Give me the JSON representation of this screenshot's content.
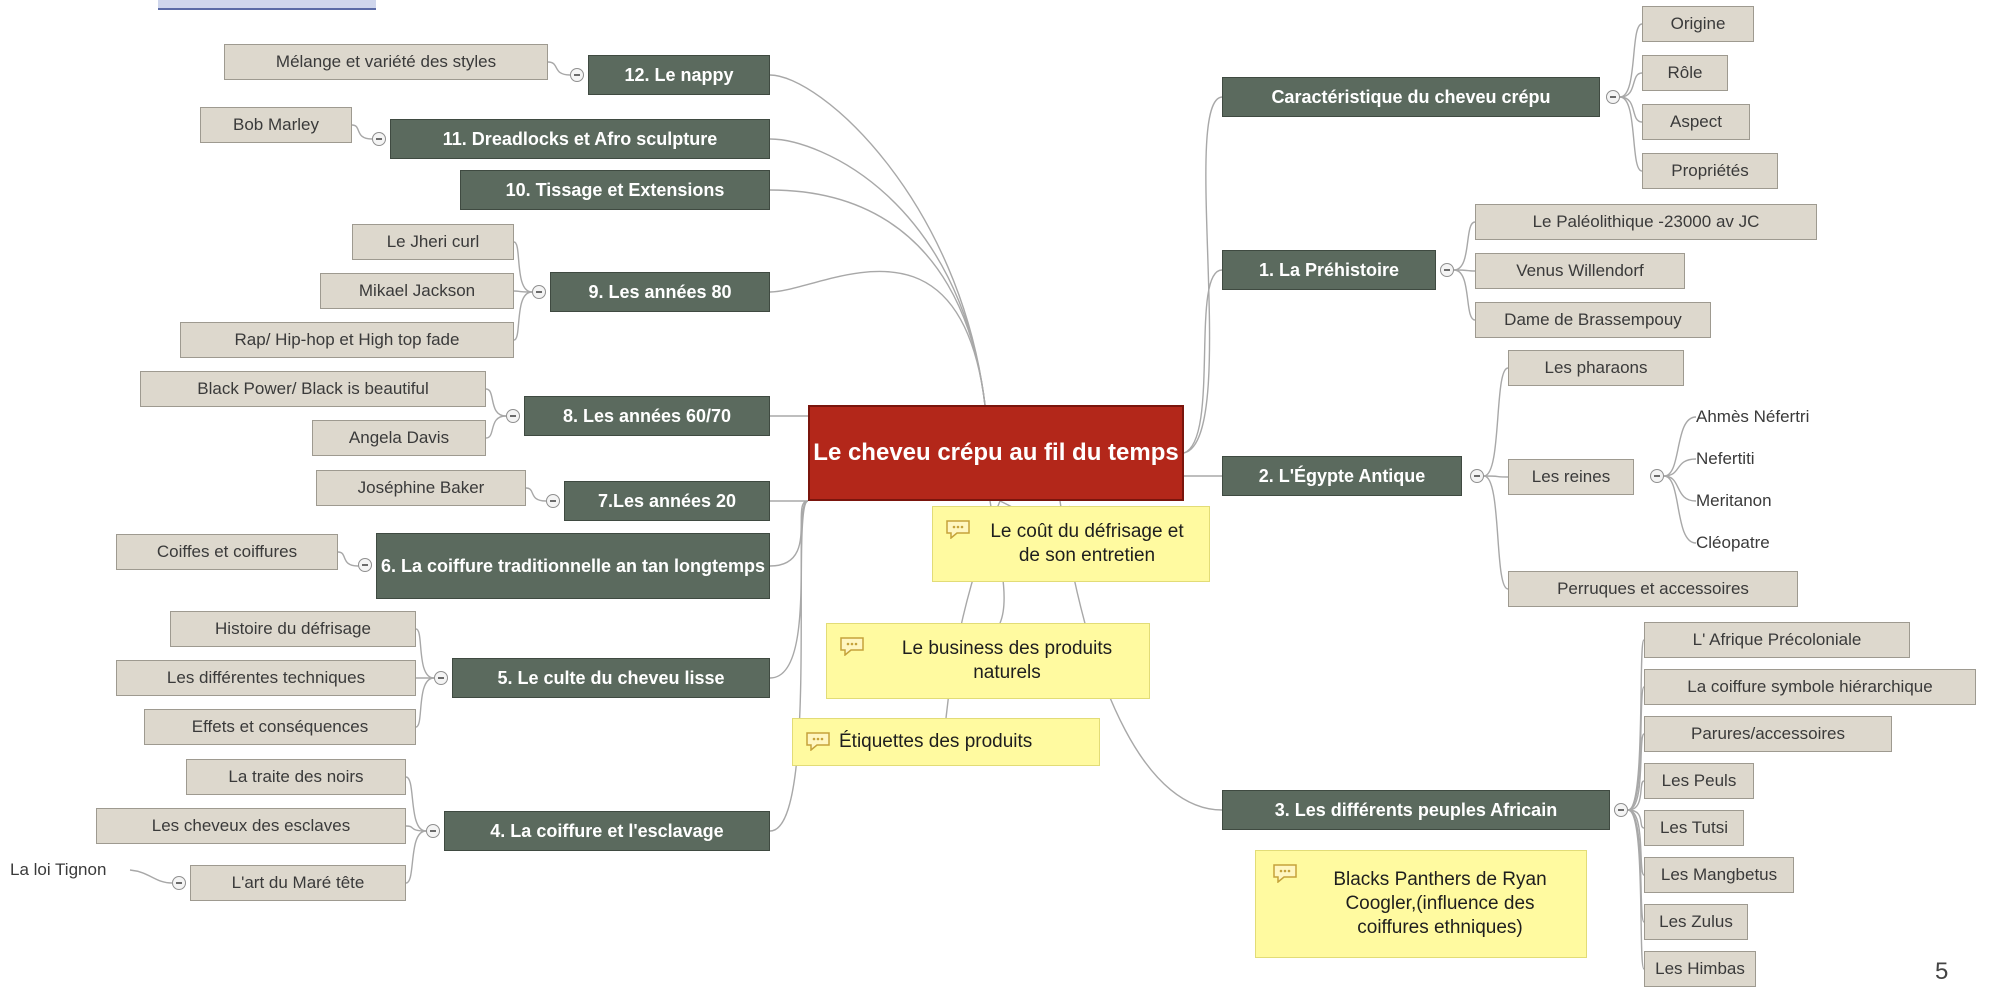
{
  "central": "Le cheveu crépu au fil du temps",
  "right_branches": [
    {
      "label": "Caractéristique du cheveu crépu",
      "children": [
        "Origine",
        "Rôle",
        "Aspect",
        "Propriétés"
      ]
    },
    {
      "label": "1. La Préhistoire",
      "children": [
        "Le Paléolithique -23000 av JC",
        "Venus Willendorf",
        "Dame de Brassempouy"
      ]
    },
    {
      "label": "2. L'Égypte Antique",
      "children": [
        "Les pharaons",
        "Les reines",
        "Perruques et accessoires"
      ],
      "queens": [
        "Ahmès Néfertri",
        "Nefertiti",
        "Meritanon",
        "Cléopatre"
      ]
    },
    {
      "label": "3. Les différents peuples Africain",
      "children": [
        "L' Afrique Précoloniale",
        "La coiffure symbole hiérarchique",
        "Parures/accessoires",
        "Les Peuls",
        "Les Tutsi",
        "Les Mangbetus",
        "Les Zulus",
        "Les Himbas"
      ]
    }
  ],
  "left_branches": [
    {
      "label": "12. Le nappy",
      "children": [
        "Mélange et variété des styles"
      ]
    },
    {
      "label": "11. Dreadlocks et Afro sculpture",
      "children": [
        "Bob Marley"
      ]
    },
    {
      "label": "10. Tissage et Extensions",
      "children": []
    },
    {
      "label": "9. Les années 80",
      "children": [
        "Le Jheri curl",
        "Mikael Jackson",
        "Rap/ Hip-hop et High top fade"
      ]
    },
    {
      "label": "8. Les années 60/70",
      "children": [
        "Black Power/ Black is beautiful",
        "Angela Davis"
      ]
    },
    {
      "label": "7.Les années 20",
      "children": [
        "Joséphine Baker"
      ]
    },
    {
      "label": "6. La coiffure traditionnelle an tan longtemps",
      "children": [
        "Coiffes et coiffures"
      ]
    },
    {
      "label": "5. Le culte du cheveu lisse",
      "children": [
        "Histoire du défrisage",
        "Les différentes techniques",
        "Effets et conséquences"
      ]
    },
    {
      "label": "4. La coiffure et l'esclavage",
      "children": [
        "La traite des noirs",
        "Les cheveux des esclaves",
        "L'art du Maré tête"
      ],
      "grandchild": "La loi Tignon"
    }
  ],
  "notes": [
    "Le coût du défrisage et de son entretien",
    "Le business des produits naturels",
    "Étiquettes des produits",
    "Blacks Panthers de Ryan Coogler,(influence des coiffures ethniques)"
  ],
  "page_number": "5",
  "colors": {
    "central_fill": "#b3271a",
    "main_fill": "#5b6a5e",
    "sub_fill": "#ddd8cd",
    "note_fill": "#fffaa0",
    "connector": "#a8a8a8"
  },
  "icons": [
    "collapse-toggle-icon",
    "note-icon"
  ]
}
